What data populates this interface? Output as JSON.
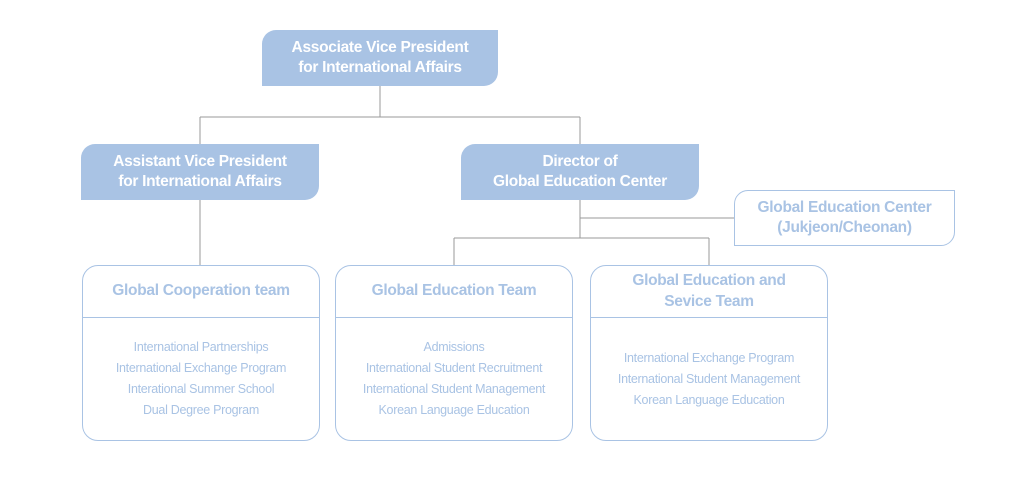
{
  "top": {
    "line1": "Associate Vice President",
    "line2": "for International Affairs"
  },
  "assistant": {
    "line1": "Assistant Vice President",
    "line2": "for International Affairs"
  },
  "director": {
    "line1": "Director of",
    "line2": "Global Education Center"
  },
  "center": {
    "line1": "Global Education Center",
    "line2": "(Jukjeon/Cheonan)"
  },
  "teams": [
    {
      "title": "Global Cooperation team",
      "items": [
        "International Partnerships",
        "International Exchange Program",
        "Interational Summer School",
        "Dual Degree Program"
      ]
    },
    {
      "title": "Global Education Team",
      "items": [
        "Admissions",
        "International Student Recruitment",
        "International Student Management",
        "Korean Language Education"
      ]
    },
    {
      "title_line1": "Global Education and",
      "title_line2": "Sevice Team",
      "items": [
        "International Exchange Program",
        "International Student Management",
        "Korean Language Education"
      ]
    }
  ],
  "colors": {
    "accent": "#a9c3e4",
    "line": "#9a9a9a"
  }
}
